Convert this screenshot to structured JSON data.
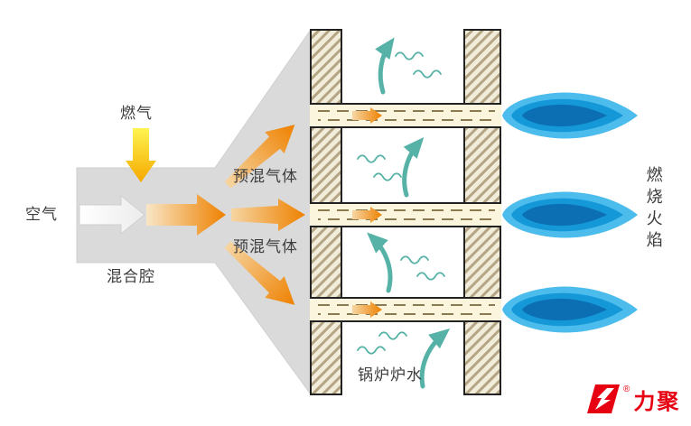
{
  "labels": {
    "air": "空气",
    "gas": "燃气",
    "mixing_chamber": "混合腔",
    "premix_gas_1": "预混气体",
    "premix_gas_2": "预混气体",
    "boiler_water": "锅炉炉水",
    "combustion_flame": "燃烧火焰"
  },
  "logo": {
    "text": "力聚",
    "registered_mark": "®"
  },
  "icons": {
    "air_arrow": "white right arrow",
    "gas_arrow": "yellow down arrow",
    "mix_arrow": "orange right arrow",
    "premix_fan_arrows": "three orange arrows fanning to burner channels",
    "channel_flow_arrows": "small orange arrows inside burner channels",
    "water_flow_arrows": "teal upward curved arrows",
    "water_waves": "teal wavy lines",
    "flames": "three blue horizontal flames"
  },
  "colors": {
    "chamber_gray": "#dadada",
    "arrow_orange": "#ee8100",
    "gas_yellow": "#ffe400",
    "water_teal": "#56b2a7",
    "flame_outer_blue": "#4cbcec",
    "flame_mid_blue": "#1598d8",
    "flame_core_blue": "#0c6fb3",
    "wall_hatch_tan": "#b4a584",
    "channel_cream": "#fbf5dd",
    "logo_red": "#e60012",
    "label_text": "#3c3c3c"
  }
}
